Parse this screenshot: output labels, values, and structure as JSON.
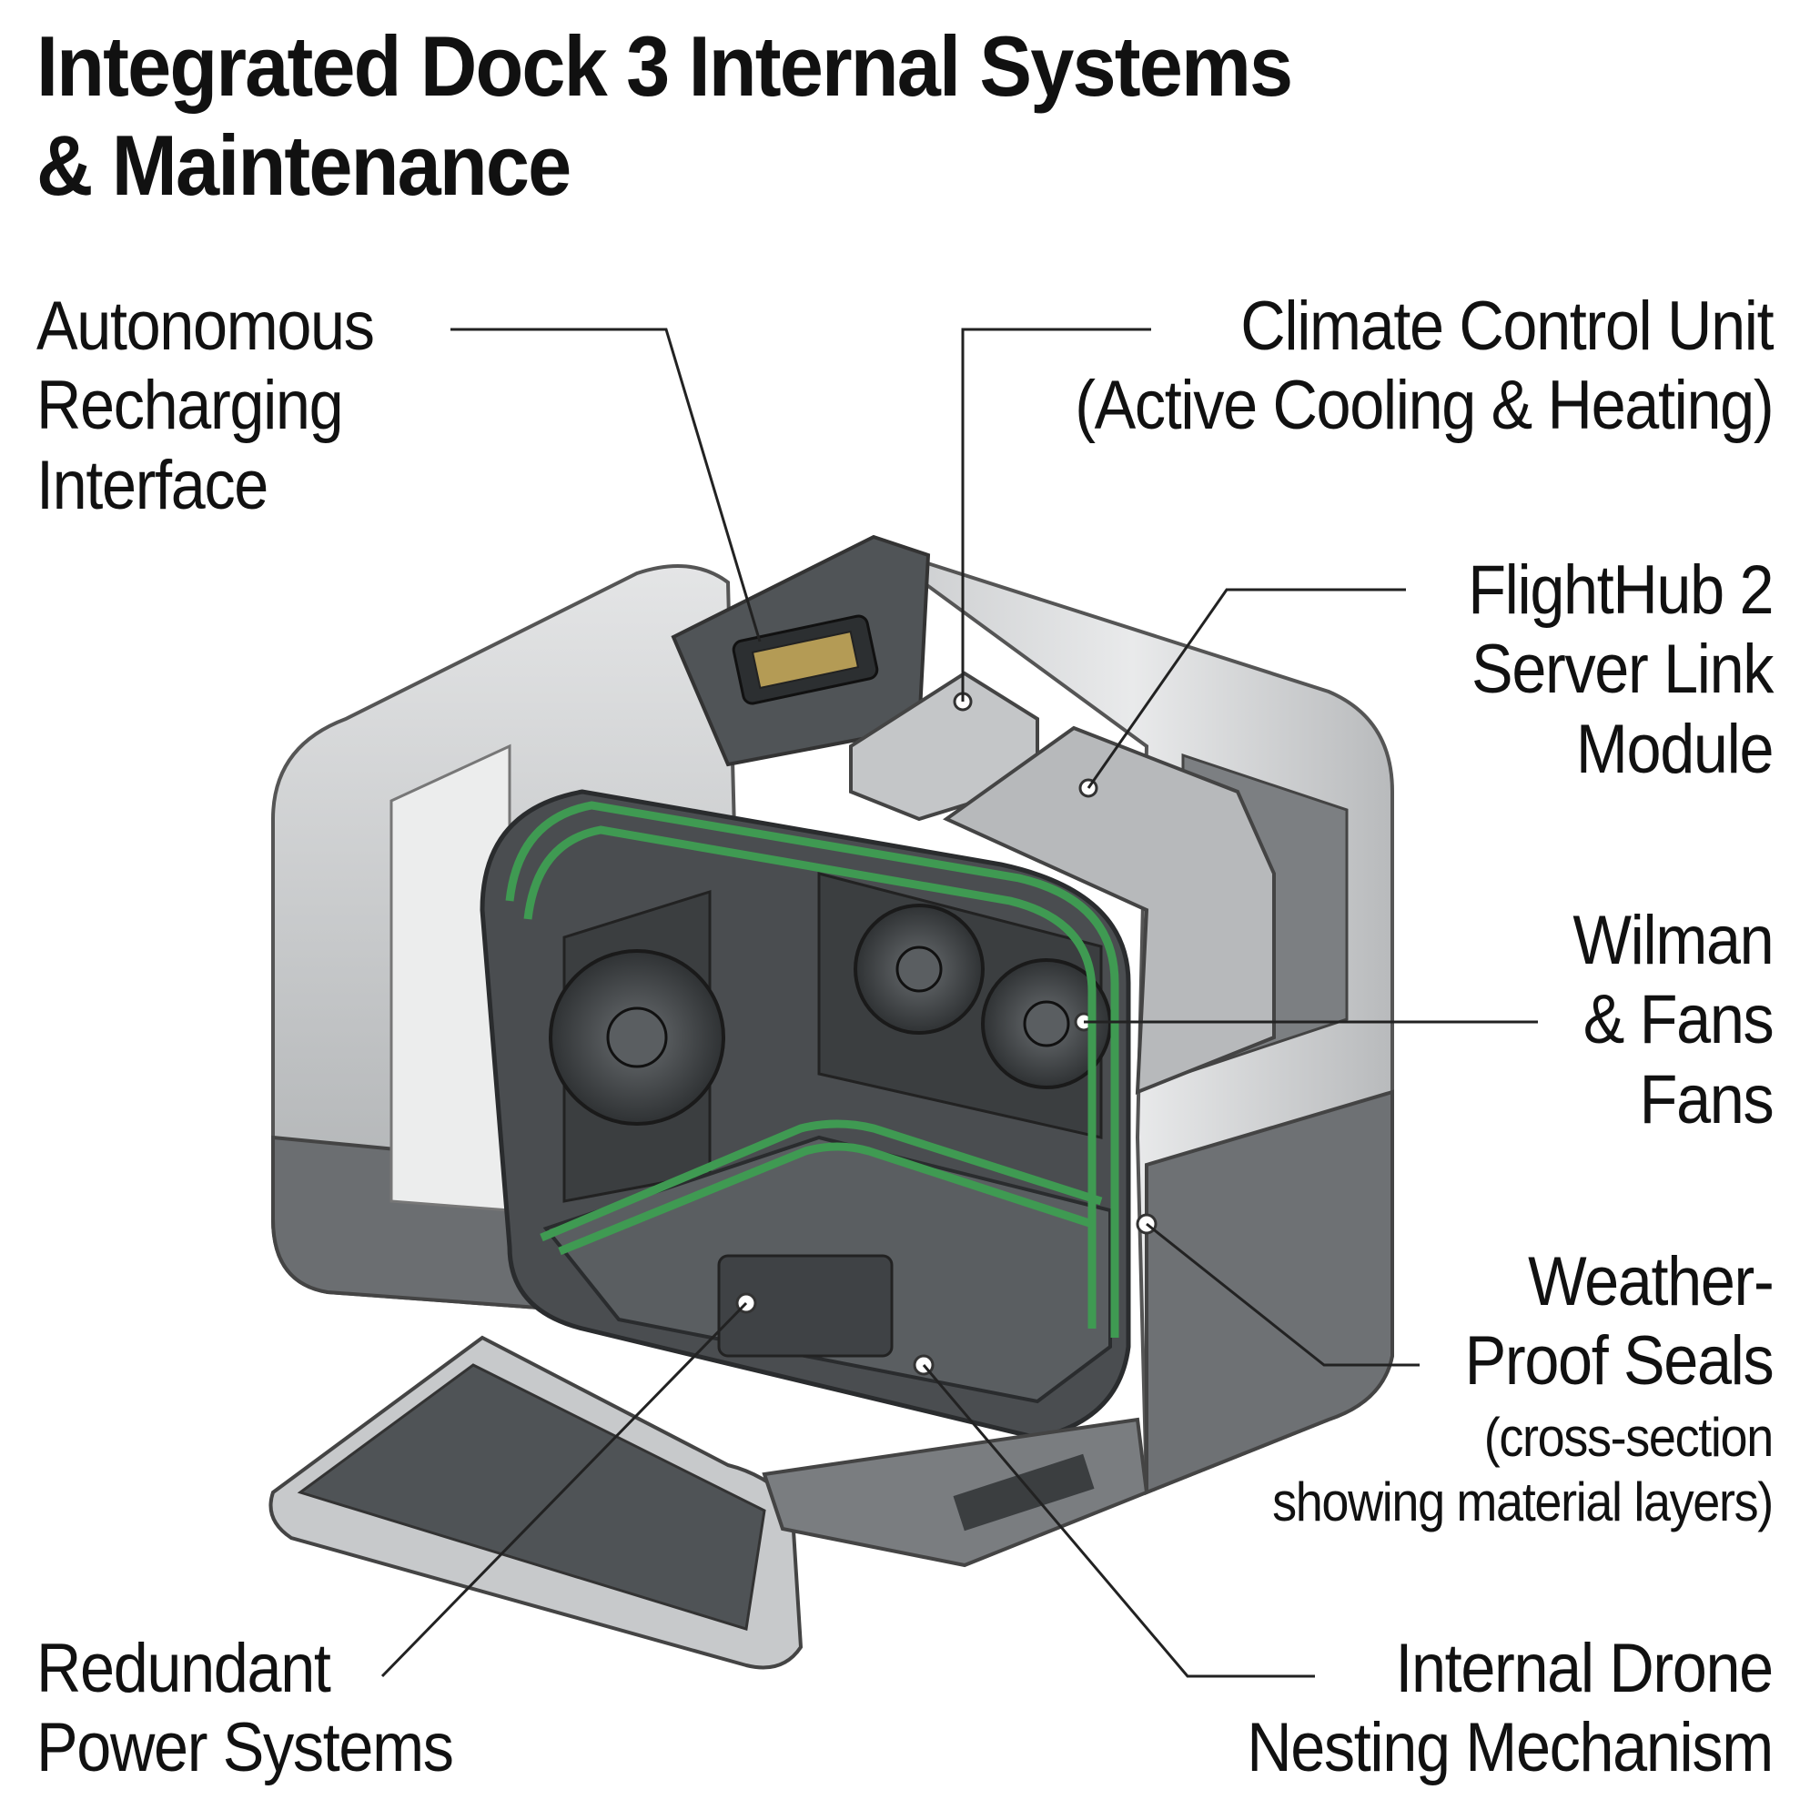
{
  "title": {
    "line1": "Integrated Dock 3 Internal Systems",
    "line2": "& Maintenance"
  },
  "labels": {
    "recharging": [
      "Autonomous",
      "Recharging",
      "Interface"
    ],
    "climate": [
      "Climate Control Unit",
      "(Active Cooling & Heating)"
    ],
    "flighthub": [
      "FlightHub 2",
      "Server Link",
      "Module"
    ],
    "fans": [
      "Wilman",
      "& Fans",
      "Fans"
    ],
    "seals": [
      "Weather-",
      "Proof Seals"
    ],
    "seals_note": [
      "(cross-section",
      "showing material layers)"
    ],
    "power": [
      "Redundant",
      "Power Systems"
    ],
    "nesting": [
      "Internal Drone",
      "Nesting Mechanism"
    ]
  },
  "colors": {
    "seal_green": "#3f9a52",
    "body_light": "#d7d9db",
    "body_dark": "#5b5f63",
    "interior": "#4a4d50"
  }
}
